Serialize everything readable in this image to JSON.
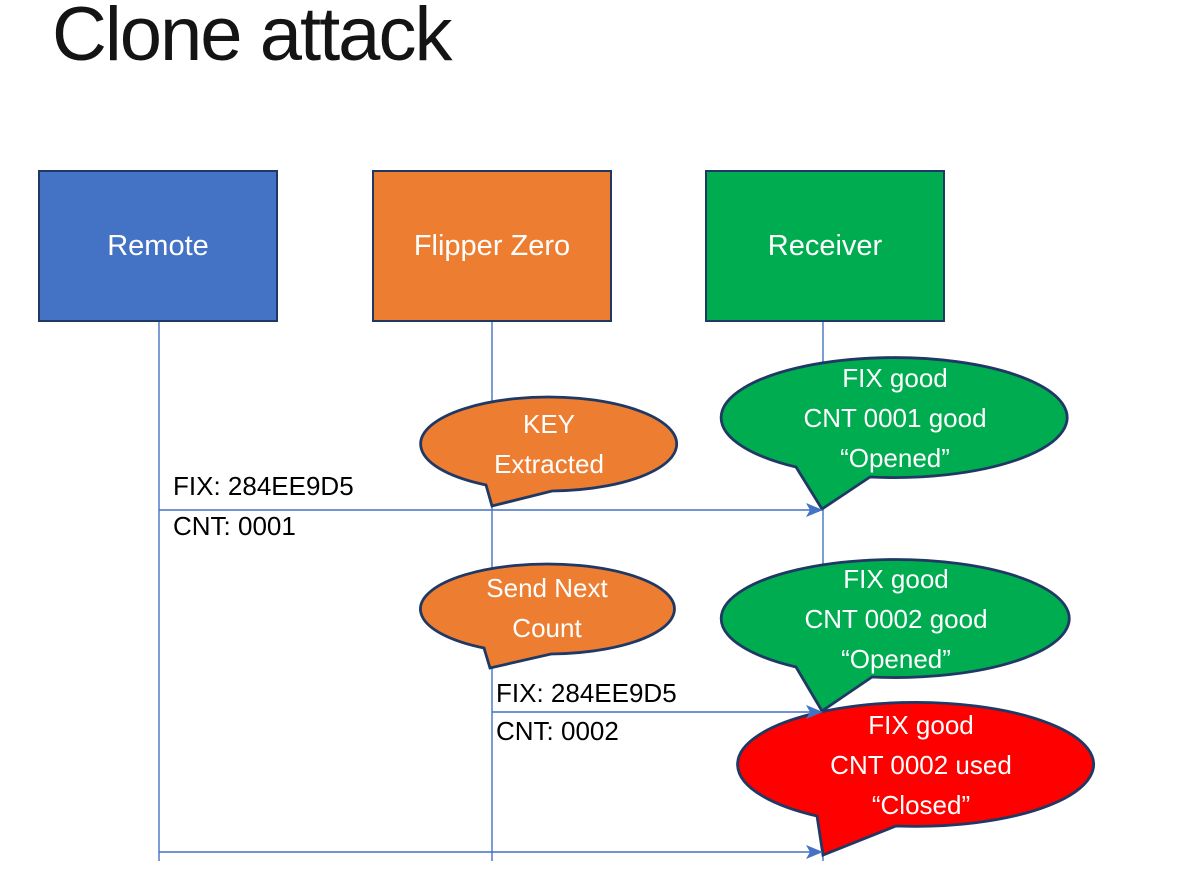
{
  "title": "Clone attack",
  "actors": [
    {
      "label": "Remote",
      "color": "#4472C4"
    },
    {
      "label": "Flipper Zero",
      "color": "#ED7D31"
    },
    {
      "label": "Receiver",
      "color": "#00AC50"
    }
  ],
  "messages": [
    {
      "line1": "FIX: 284EE9D5",
      "line2": "CNT: 0001"
    },
    {
      "line1": "FIX: 284EE9D5",
      "line2": "CNT: 0002"
    }
  ],
  "callouts": [
    {
      "id": "key-extracted",
      "line1": "KEY",
      "line2": "Extracted",
      "line3": "",
      "color": "#ED7D31"
    },
    {
      "id": "opened-0001",
      "line1": "FIX good",
      "line2": "CNT 0001 good",
      "line3": "“Opened”",
      "color": "#00AC50"
    },
    {
      "id": "send-next-count",
      "line1": "Send Next",
      "line2": "Count",
      "line3": "",
      "color": "#ED7D31"
    },
    {
      "id": "opened-0002",
      "line1": "FIX good",
      "line2": "CNT 0002 good",
      "line3": "“Opened”",
      "color": "#00AC50"
    },
    {
      "id": "closed-0002",
      "line1": "FIX good",
      "line2": "CNT 0002 used",
      "line3": "“Closed”",
      "color": "#FE0000"
    }
  ],
  "colors": {
    "line": "#4472C4",
    "shape_border": "#1F3864",
    "title_text": "#141414",
    "message_text": "#000000",
    "bubble_text": "#FFFFFF"
  }
}
